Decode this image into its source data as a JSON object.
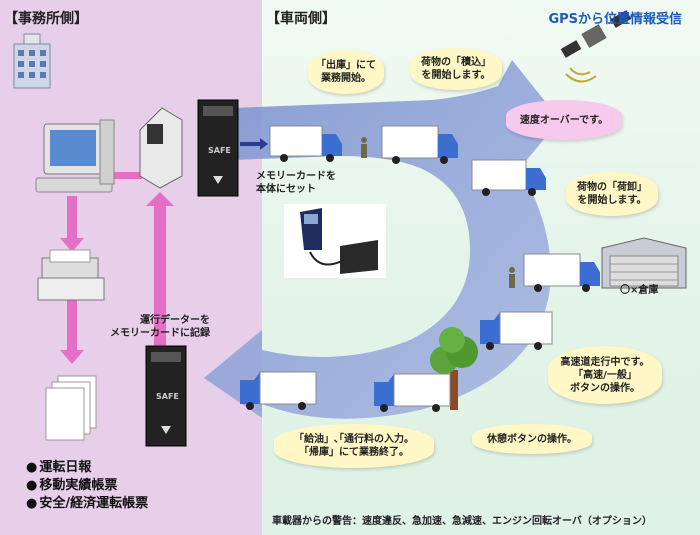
{
  "office_title": "【事務所側】",
  "vehicle_title": "【車両側】",
  "gps_label": "GPSから位置情報受信",
  "bubbles": {
    "depart": "「出庫」にて\n業務開始。",
    "load": "荷物の「積込」\nを開始します。",
    "speeding": "速度オーバーです。",
    "unload": "荷物の「荷卸」\nを開始します。",
    "highway": "高速道走行中です。\n「高速/一般」\nボタンの操作。",
    "rest": "休憩ボタンの操作。",
    "fuel": "「給油」､｢通行料の入力。\n「帰庫」にて業務終了。"
  },
  "labels": {
    "memory_set": "メモリーカードを\n本体にセット",
    "record": "運行データーを\nメモリーカードに記録",
    "warehouse": "〇×倉庫",
    "device_text": "SAFE"
  },
  "documents": [
    "運転日報",
    "移動実績帳票",
    "安全/経済運転帳票"
  ],
  "warning": "車載器からの警告：速度違反、急加速、急減速、エンジン回転オーバ（オプション）",
  "colors": {
    "office_bg": "#e7cfe9",
    "road": "#8fa4d8",
    "arrow": "#e66fc6",
    "bubble": "#fff8c6",
    "bubble_pink": "#f7c9ec",
    "gps_text": "#1c5bb8"
  }
}
